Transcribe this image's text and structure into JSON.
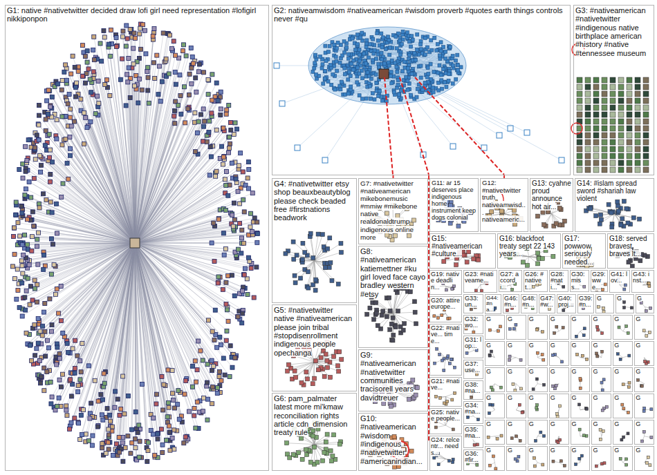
{
  "diagram": {
    "nodes": [
      {
        "text": [
          "G1: native #nativetwitter decided draw lofi girl need representation #lofigirl nikkiponpon"
        ]
      },
      {
        "text": [
          "G2: nativeamwisdom #nativeamerican #wisdom proverb #quotes earth things controls never #qu"
        ]
      },
      {
        "text": [
          "G3: #nativeamerican #nativetwitter #indigenous native birthplace american #history #native #tennessee museum"
        ]
      },
      {
        "text": [
          "G4: #nativetwitter etsy shop beauxbeautyblog please check beaded free #firstnations beadwork"
        ]
      },
      {
        "text": [
          "G5: #nativetwitter native #nativeamerican please join tribal #stopdisenrollment indigenous people opechanga"
        ]
      },
      {
        "text": [
          "G6: pam_palmater latest more mi'kmaw reconciliation rights article cdn_dimension treaty rule"
        ]
      },
      {
        "text": [
          "G7: #nativetwitter #nativeamerican mikebonemusic #mmiw #mikebone native realdonaldtrump indigenous online more"
        ]
      },
      {
        "text": [
          "G8: #nativeamerican katiemettner #ku girl loved face cayo bradley western #etsy"
        ]
      },
      {
        "text": [
          "G9: #nativeamerican #nativetwitter communities tracisorell years davidtreuer"
        ]
      },
      {
        "text": [
          "G10: #nativeamerican #wisdom #indigenous #nativetwitter #americanindian..."
        ]
      },
      {
        "text": [
          "G11: ar 15 deserves place indigenous home instrument keep dogs colonial"
        ]
      },
      {
        "text": [
          "G12: #nativetwitter truth nativeamwisd... nativeameric..."
        ]
      },
      {
        "text": [
          "G13: cyahne proud announce hot air..."
        ]
      },
      {
        "text": [
          "G14: #islam spread sword #shariah law violent"
        ]
      },
      {
        "text": [
          "G15: #nativeamerican #culture..."
        ]
      },
      {
        "text": [
          "G16: blackfoot treaty sept 22 143 years..."
        ]
      },
      {
        "text": [
          "G17: powwow seriously needed..."
        ]
      },
      {
        "text": [
          "G18: served bravest braves lt..."
        ]
      },
      {
        "text": [
          "G19: native deadlin..."
        ]
      },
      {
        "text": [
          "G20: attire europe..."
        ]
      },
      {
        "text": [
          "G22: #native... time..."
        ]
      },
      {
        "text": [
          "G21: #native..."
        ]
      },
      {
        "text": [
          "G25: native people..."
        ]
      },
      {
        "text": [
          "G24: relcentr... needs..."
        ]
      },
      {
        "text": [
          "G23: #nativeame..."
        ]
      },
      {
        "text": [
          "G27: accordi..."
        ]
      },
      {
        "text": [
          "G26: #nativet..."
        ]
      },
      {
        "text": [
          "G28: #nati..."
        ]
      },
      {
        "text": [
          "G30: miss..."
        ]
      },
      {
        "text": [
          "G29: wwe..."
        ]
      },
      {
        "text": [
          "G41: lov..."
        ]
      },
      {
        "text": [
          "G43: inst..."
        ]
      },
      {
        "text": [
          "G33: un..."
        ]
      },
      {
        "text": [
          "G44: #na..."
        ]
      },
      {
        "text": [
          "G46: #n..."
        ]
      },
      {
        "text": [
          "G48: #n..."
        ]
      },
      {
        "text": [
          "G47: #w..."
        ]
      },
      {
        "text": [
          "G40: proj..."
        ]
      },
      {
        "text": [
          "G39: #n..."
        ]
      },
      {
        "text": [
          "G32: wo..."
        ]
      },
      {
        "text": [
          "G31: lop..."
        ]
      },
      {
        "text": [
          "G37: use..."
        ]
      },
      {
        "text": [
          "G38: #na..."
        ]
      },
      {
        "text": [
          "G34: #na..."
        ]
      },
      {
        "text": [
          "G35: #na..."
        ]
      },
      {
        "text": [
          "G36: #fir..."
        ]
      },
      {
        "text": [
          "G"
        ]
      },
      {
        "text": [
          "G"
        ]
      },
      {
        "text": [
          "G"
        ]
      },
      {
        "text": [
          "G"
        ]
      },
      {
        "text": [
          "G"
        ]
      },
      {
        "text": [
          "G"
        ]
      },
      {
        "text": [
          "G"
        ]
      },
      {
        "text": [
          "G"
        ]
      },
      {
        "text": [
          "G"
        ]
      },
      {
        "text": [
          "G"
        ]
      },
      {
        "text": [
          "G"
        ]
      },
      {
        "text": [
          "G"
        ]
      },
      {
        "text": [
          "G"
        ]
      },
      {
        "text": [
          "G"
        ]
      },
      {
        "text": [
          "G"
        ]
      },
      {
        "text": [
          "G"
        ]
      },
      {
        "text": [
          "G"
        ]
      },
      {
        "text": [
          "G"
        ]
      },
      {
        "text": [
          "G"
        ]
      },
      {
        "text": [
          "G"
        ]
      },
      {
        "text": [
          "G"
        ]
      },
      {
        "text": [
          "G"
        ]
      },
      {
        "text": [
          "G"
        ]
      },
      {
        "text": [
          "G"
        ]
      },
      {
        "text": [
          "G"
        ]
      },
      {
        "text": [
          "G"
        ]
      },
      {
        "text": [
          "G"
        ]
      },
      {
        "text": [
          "G"
        ]
      },
      {
        "text": [
          "G"
        ]
      },
      {
        "text": [
          "G"
        ]
      },
      {
        "text": [
          "G"
        ]
      },
      {
        "text": [
          "G"
        ]
      },
      {
        "text": [
          "G"
        ]
      },
      {
        "text": [
          "G"
        ]
      },
      {
        "text": [
          "G"
        ]
      },
      {
        "text": [
          "G"
        ]
      },
      {
        "text": [
          "G"
        ]
      },
      {
        "text": [
          "G"
        ]
      },
      {
        "text": [
          "G"
        ]
      },
      {
        "text": [
          "G"
        ]
      },
      {
        "text": [
          "G"
        ]
      },
      {
        "text": [
          "G"
        ]
      },
      {
        "text": [
          "G"
        ]
      },
      {
        "text": [
          "G"
        ]
      },
      {
        "text": [
          "G"
        ]
      },
      {
        "text": [
          "G"
        ]
      },
      {
        "text": [
          "G"
        ]
      },
      {
        "text": [
          "G"
        ]
      },
      {
        "text": [
          "G"
        ]
      },
      {
        "text": [
          "G"
        ]
      },
      {
        "text": [
          "G"
        ]
      }
    ],
    "edges": [
      {
        "from": 1,
        "to": 6,
        "arrow": "none"
      },
      {
        "from": 1,
        "to": 7,
        "arrow": "none"
      },
      {
        "from": 1,
        "to": 9,
        "arrow": "none"
      },
      {
        "from": 1,
        "to": 11,
        "arrow": "none"
      }
    ]
  }
}
